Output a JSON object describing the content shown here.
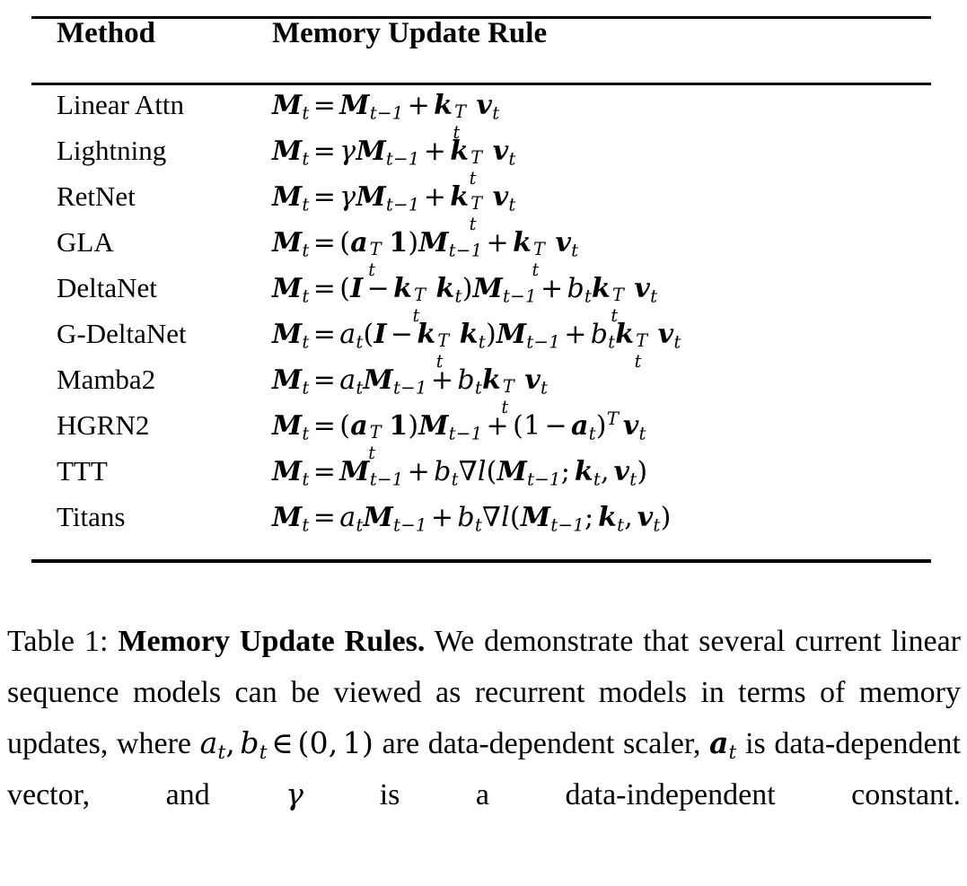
{
  "table": {
    "columns": [
      "Method",
      "Memory Update Rule"
    ],
    "rows": [
      {
        "method": "Linear Attn",
        "rule_text": "M_t = M_{t-1} + k_t^T v_t"
      },
      {
        "method": "Lightning",
        "rule_text": "M_t = γ M_{t-1} + k_t^T v_t"
      },
      {
        "method": "RetNet",
        "rule_text": "M_t = γ M_{t-1} + k_t^T v_t"
      },
      {
        "method": "GLA",
        "rule_text": "M_t = (a_t^T 1) M_{t-1} + k_t^T v_t"
      },
      {
        "method": "DeltaNet",
        "rule_text": "M_t = (I - k_t^T k_t) M_{t-1} + b_t k_t^T v_t"
      },
      {
        "method": "G-DeltaNet",
        "rule_text": "M_t = a_t (I - k_t^T k_t) M_{t-1} + b_t k_t^T v_t"
      },
      {
        "method": "Mamba2",
        "rule_text": "M_t = a_t M_{t-1} + b_t k_t^T v_t"
      },
      {
        "method": "HGRN2",
        "rule_text": "M_t = (a_t^T 1) M_{t-1} + (1 - a_t)^T v_t"
      },
      {
        "method": "TTT",
        "rule_text": "M_t = M_{t-1} + b_t ∇l(M_{t-1}; k_t, v_t)"
      },
      {
        "method": "Titans",
        "rule_text": "M_t = a_t M_{t-1} + b_t ∇l(M_{t-1}; k_t, v_t)"
      }
    ]
  },
  "caption": {
    "label": "Table 1:",
    "title": "Memory Update Rules.",
    "body_1": "We demonstrate that several current linear sequence models can be viewed as recurrent models in terms of memory updates, where",
    "math_1": "a_t, b_t ∈ (0, 1)",
    "body_2": "are data-dependent scaler,",
    "math_2": "a_t",
    "body_3": "is data-dependent vector, and",
    "math_3": "γ",
    "body_4": "is a data-independent constant."
  },
  "symbols": {
    "M": "M",
    "k": "k",
    "v": "v",
    "a": "a",
    "b": "b",
    "I": "I",
    "one": "1",
    "T": "T",
    "t": "t",
    "gamma": "γ",
    "nabla": "∇",
    "l": "l",
    "eq": "=",
    "plus": "+",
    "minus": "−",
    "lparen": "(",
    "rparen": ")",
    "semi": ";",
    "comma": ",",
    "in": "∈",
    "tminus1": "t−1",
    "zero": "0"
  },
  "colors": {
    "ink": "#000000",
    "paper": "#ffffff"
  }
}
